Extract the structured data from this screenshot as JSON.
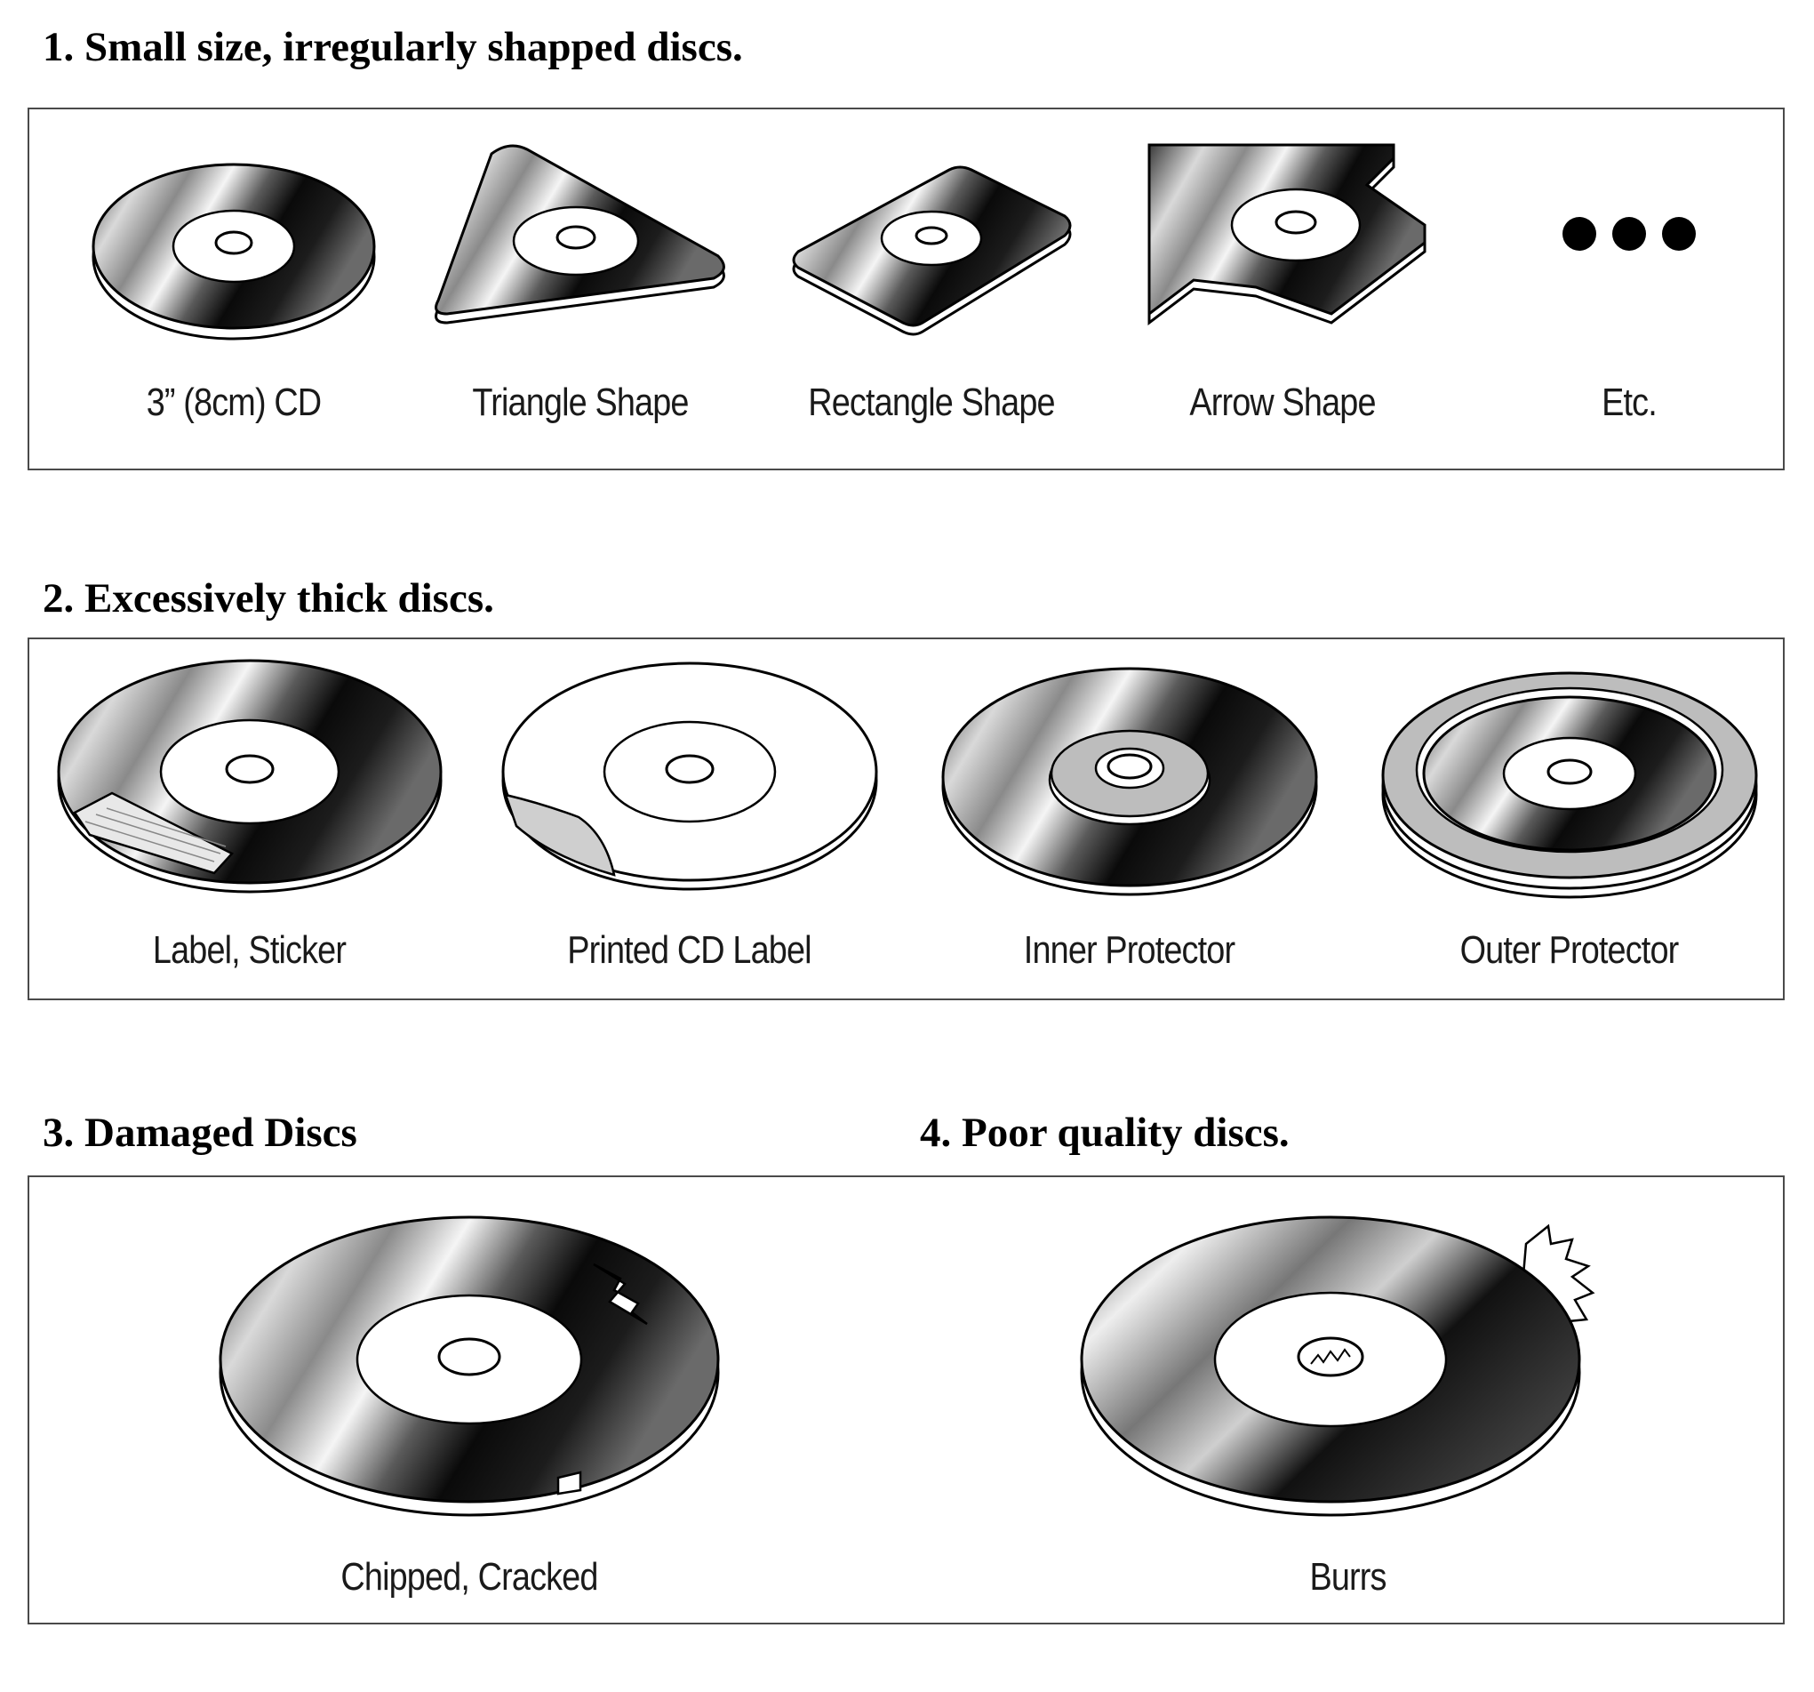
{
  "section1": {
    "title": "1. Small size, irregularly shapped discs.",
    "items": [
      {
        "label": "3” (8cm) CD"
      },
      {
        "label": "Triangle Shape"
      },
      {
        "label": "Rectangle Shape"
      },
      {
        "label": "Arrow Shape"
      },
      {
        "label": "Etc."
      }
    ]
  },
  "section2": {
    "title": "2. Excessively thick discs.",
    "items": [
      {
        "label": "Label, Sticker"
      },
      {
        "label": "Printed CD Label"
      },
      {
        "label": "Inner Protector"
      },
      {
        "label": "Outer Protector"
      }
    ]
  },
  "section3": {
    "title": "3. Damaged Discs",
    "items": [
      {
        "label": "Chipped, Cracked"
      }
    ]
  },
  "section4": {
    "title": "4. Poor quality discs.",
    "items": [
      {
        "label": "Burrs"
      }
    ]
  }
}
